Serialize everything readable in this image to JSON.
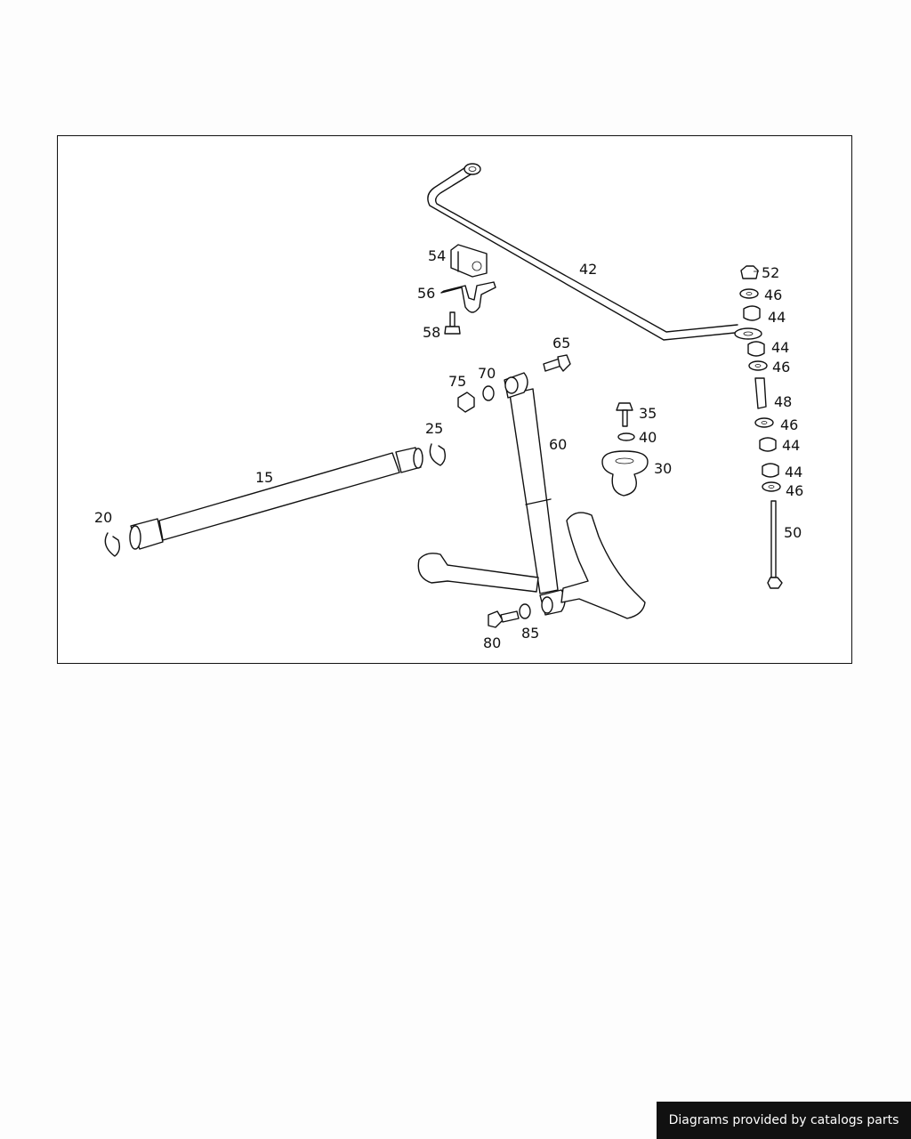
{
  "diagram": {
    "callouts": [
      "15",
      "20",
      "25",
      "30",
      "35",
      "40",
      "42",
      "44",
      "46",
      "48",
      "50",
      "52",
      "54",
      "56",
      "58",
      "60",
      "65",
      "70",
      "75",
      "80",
      "85"
    ]
  },
  "footer": {
    "credit": "Diagrams provided by catalogs parts"
  }
}
